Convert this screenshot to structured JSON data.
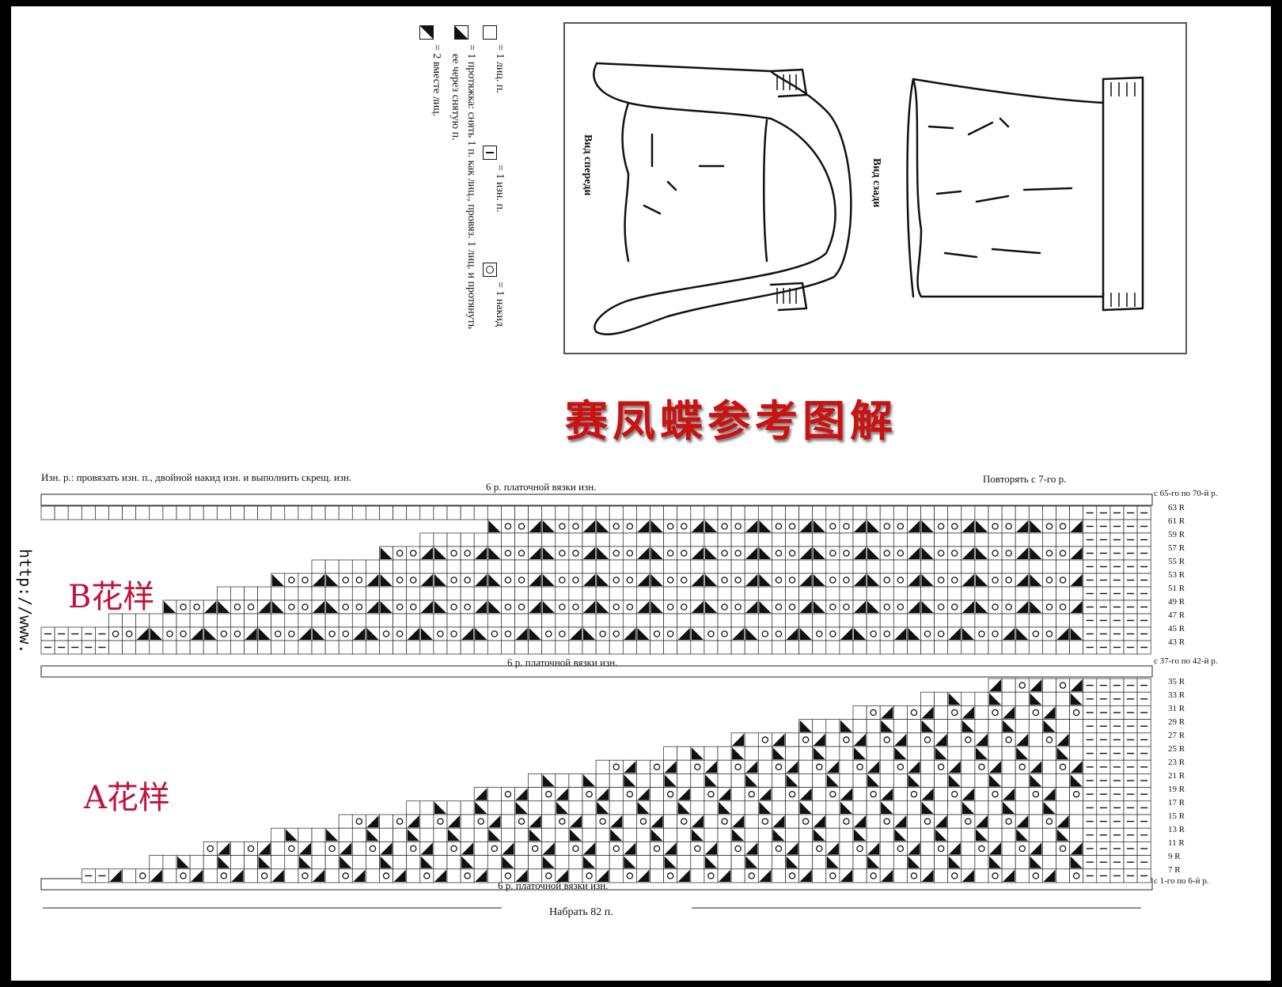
{
  "legend": {
    "items": [
      {
        "text": "= 1 лиц. п.",
        "symbol": "empty-square-icon"
      },
      {
        "text": "= 1 изн. п.",
        "symbol": "dash-square-icon"
      },
      {
        "text": "= 1 накид",
        "symbol": "circle-square-icon"
      },
      {
        "text": "= 1 протяжка: снять 1 п. как лиц., провяз. 1 лиц. и протянуть",
        "symbol": "left-triangle-icon"
      },
      {
        "text": "ее через снятую п.",
        "symbol": ""
      },
      {
        "text": "= 2 вместе лиц.",
        "symbol": "right-triangle-icon"
      }
    ]
  },
  "sketch": {
    "front_label": "Вид спереди",
    "back_label": "Вид сзади"
  },
  "title": "赛凤蝶参考图解",
  "header_note": "Изн. р.: провязать изн. п., двойной накид изн. и выполнить скрещ. изн.",
  "repeat_note": "Повторять с 7-го р.",
  "band_labels": {
    "top": "6 р. платочной вязки изн.",
    "middle": "6 р. платочной вязки изн.",
    "bottom": "6 р. платочной вязки изн."
  },
  "range_labels": {
    "top": "с 65-го по 70-й р.",
    "middle": "с 37-го по 42-й р.",
    "bottom": "с 1-го по 6-й р."
  },
  "row_labels": [
    "63 R",
    "61 R",
    "59 R",
    "57 R",
    "55 R",
    "53 R",
    "51 R",
    "49 R",
    "47 R",
    "45 R",
    "43 R",
    "35 R",
    "33 R",
    "31 R",
    "29 R",
    "27 R",
    "25 R",
    "23 R",
    "21 R",
    "19 R",
    "17 R",
    "15 R",
    "13 R",
    "11 R",
    "9 R",
    "7 R"
  ],
  "pattern_labels": {
    "b": "B花样",
    "a": "A花样"
  },
  "cast_on": "Набрать 82 п.",
  "watermark": "http://www.",
  "colors": {
    "title": "#cc1111",
    "pattern_label": "#c0143c"
  }
}
